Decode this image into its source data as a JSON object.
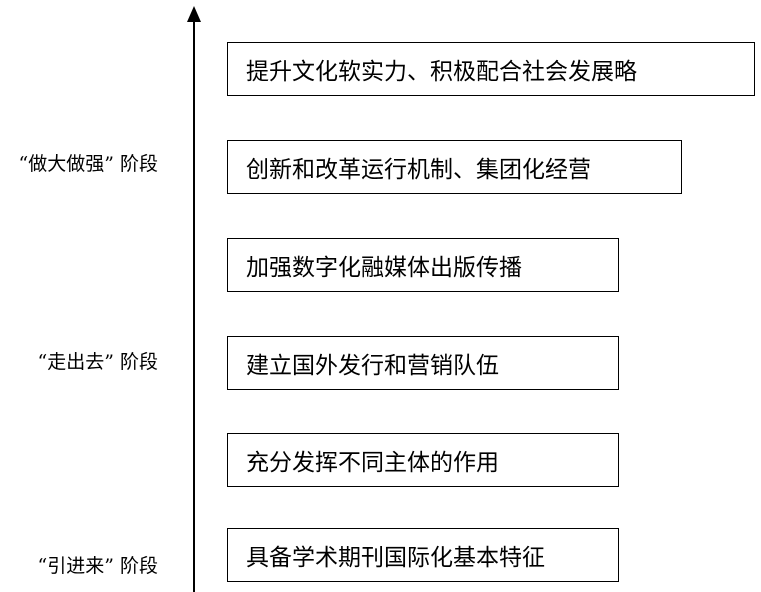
{
  "stages": [
    {
      "id": "grow",
      "label": "“做大做强” 阶段"
    },
    {
      "id": "go-out",
      "label": "“走出去” 阶段"
    },
    {
      "id": "bring-in",
      "label": "“引进来” 阶段"
    }
  ],
  "steps": [
    {
      "label": "提升文化软实力、积极配合社会发展略"
    },
    {
      "label": "创新和改革运行机制、集团化经营"
    },
    {
      "label": "加强数字化融媒体出版传播"
    },
    {
      "label": "建立国外发行和营销队伍"
    },
    {
      "label": "充分发挥不同主体的作用"
    },
    {
      "label": "具备学术期刊国际化基本特征"
    }
  ],
  "colors": {
    "line": "#000000",
    "text": "#000000",
    "background": "#ffffff"
  }
}
